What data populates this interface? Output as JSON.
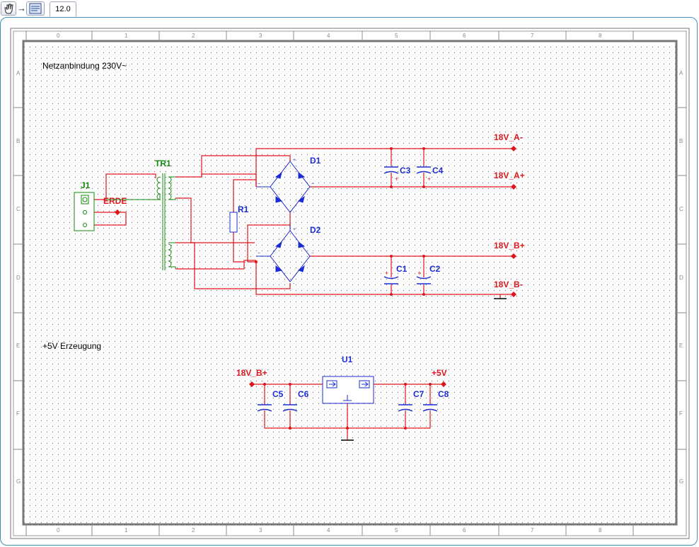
{
  "toolbar": {
    "zoom_value": "12.0",
    "icons": [
      "hand-icon",
      "arrow-right-icon",
      "sheet-icon"
    ]
  },
  "border": {
    "columns": [
      "0",
      "1",
      "2",
      "3",
      "4",
      "5",
      "6",
      "7",
      "8"
    ],
    "rows": [
      "A",
      "B",
      "C",
      "D",
      "E",
      "F",
      "G"
    ]
  },
  "notes": {
    "mains": "Netzanbindung 230V~",
    "five_volt": "+5V Erzeugung"
  },
  "components": {
    "j1": "J1",
    "tr1": "TR1",
    "r1": "R1",
    "d1": "D1",
    "d2": "D2",
    "c1": "C1",
    "c2": "C2",
    "c3": "C3",
    "c4": "C4",
    "c5": "C5",
    "c6": "C6",
    "c7": "C7",
    "c8": "C8",
    "u1": "U1"
  },
  "nets": {
    "erde": "ERDE",
    "a_minus": "18V_A-",
    "a_plus": "18V_A+",
    "b_plus": "18V_B+",
    "b_minus": "18V_B-",
    "b_plus_in": "18V_B+",
    "plus5": "+5V"
  },
  "colors": {
    "wire": "#e0141b",
    "component_blue": "#1a2bd6",
    "transformer_green": "#13890f",
    "frame_accent": "#3e8fb5"
  }
}
